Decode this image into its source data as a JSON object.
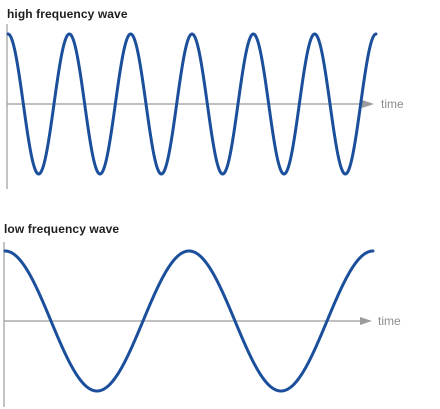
{
  "chart_data": [
    {
      "type": "line",
      "title": "high frequency wave",
      "xlabel": "time",
      "ylabel": "",
      "cycles": 6,
      "amplitude": 1,
      "phase": "starts at crest",
      "ylim": [
        -1,
        1
      ],
      "grid": false,
      "series": [
        {
          "x": [
            0,
            0.25,
            0.5,
            0.75,
            1,
            1.25,
            1.5,
            1.75,
            2,
            2.25,
            2.5,
            2.75,
            3,
            3.25,
            3.5,
            3.75,
            4,
            4.25,
            4.5,
            4.75,
            5,
            5.25,
            5.5,
            5.75,
            6
          ],
          "y": [
            1,
            0,
            -1,
            0,
            1,
            0,
            -1,
            0,
            1,
            0,
            -1,
            0,
            1,
            0,
            -1,
            0,
            1,
            0,
            -1,
            0,
            1,
            0,
            -1,
            0,
            1
          ]
        }
      ]
    },
    {
      "type": "line",
      "title": "low frequency wave",
      "xlabel": "time",
      "ylabel": "",
      "cycles": 2,
      "amplitude": 1,
      "phase": "starts at crest",
      "ylim": [
        -1,
        1
      ],
      "grid": false,
      "series": [
        {
          "x": [
            0,
            0.25,
            0.5,
            0.75,
            1,
            1.25,
            1.5,
            1.75,
            2
          ],
          "y": [
            1,
            0,
            -1,
            0,
            1,
            0,
            -1,
            0,
            1
          ]
        }
      ]
    }
  ],
  "colors": {
    "wave": "#1b4f9c",
    "axis": "#9b9b9b",
    "label": "#8c8c8c",
    "title": "#1e1e1e"
  }
}
